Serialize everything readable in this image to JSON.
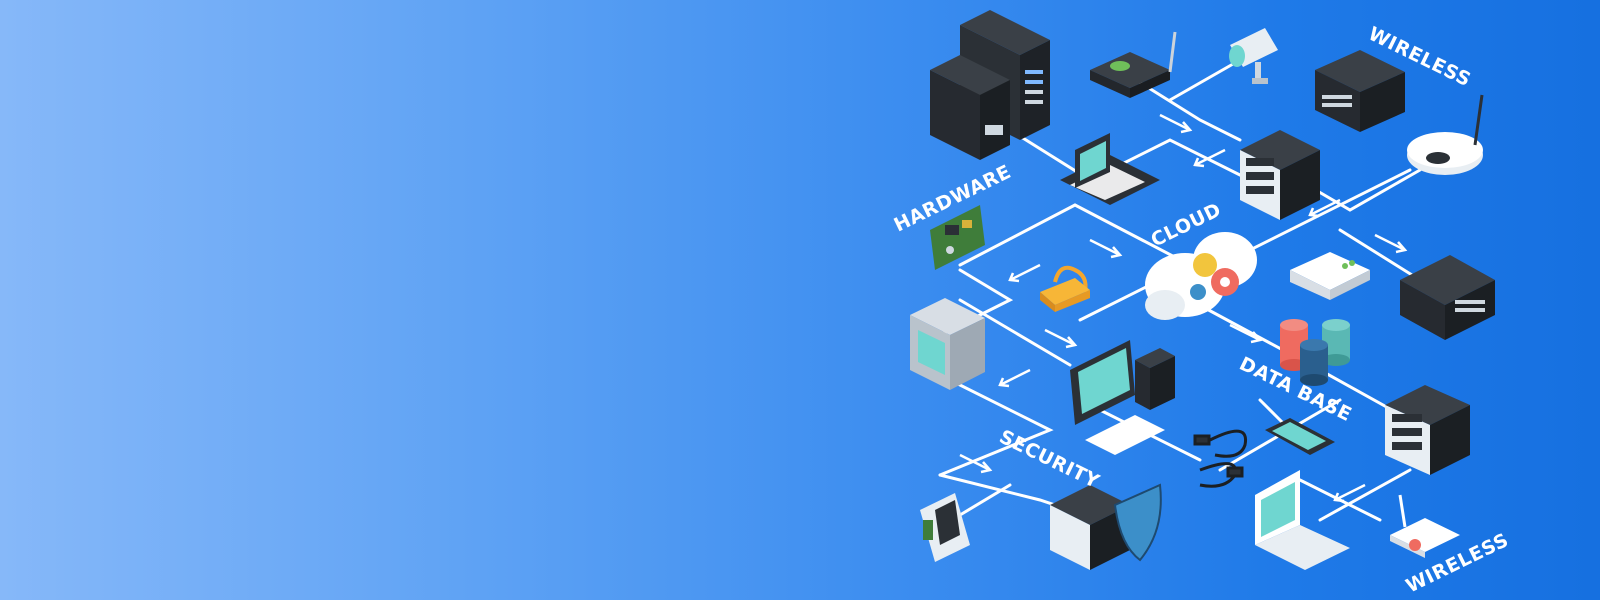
{
  "labels": {
    "hardware": "HARDWARE",
    "cloud": "CLOUD",
    "wireless_top": "WIRELESS",
    "database": "DATA BASE",
    "security": "SECURITY",
    "wireless_bottom": "WIRELESS"
  },
  "colors": {
    "gradient_start": "#86b8f9",
    "gradient_end": "#1670e0",
    "device_dark": "#2b3036",
    "screen": "#6fd6d0",
    "line": "#ffffff"
  }
}
